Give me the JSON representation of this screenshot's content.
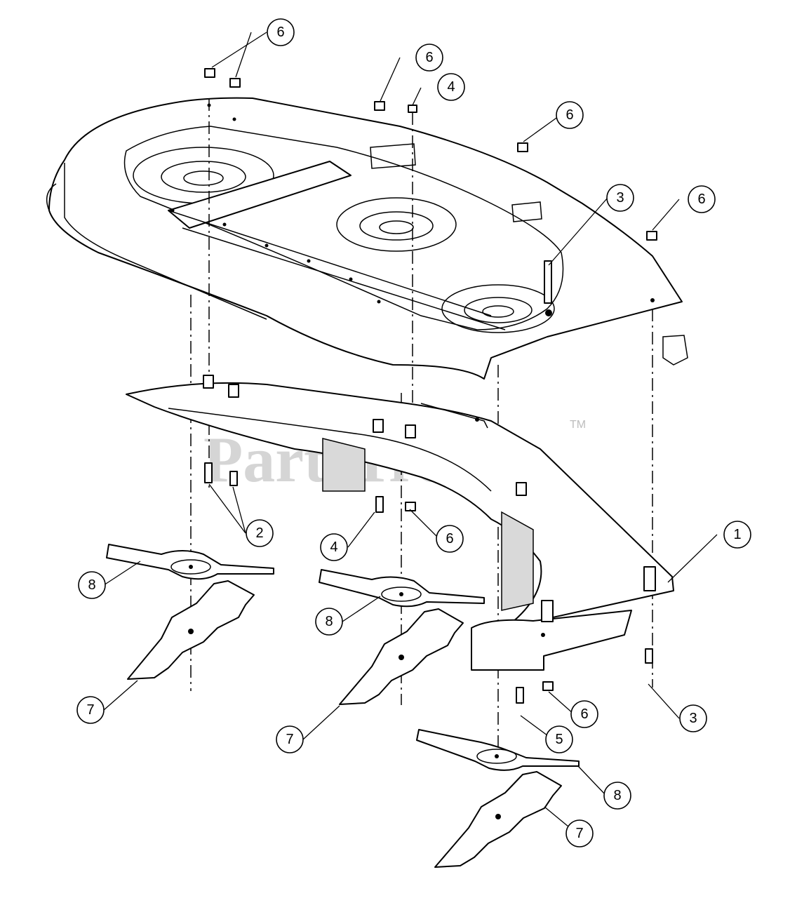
{
  "watermark": {
    "text": "PartsTree",
    "trademark": "TM"
  },
  "callouts": [
    {
      "label": "6"
    },
    {
      "label": "6"
    },
    {
      "label": "4"
    },
    {
      "label": "6"
    },
    {
      "label": "3"
    },
    {
      "label": "6"
    },
    {
      "label": "1"
    },
    {
      "label": "2"
    },
    {
      "label": "4"
    },
    {
      "label": "6"
    },
    {
      "label": "8"
    },
    {
      "label": "8"
    },
    {
      "label": "7"
    },
    {
      "label": "7"
    },
    {
      "label": "6"
    },
    {
      "label": "3"
    },
    {
      "label": "5"
    },
    {
      "label": "8"
    },
    {
      "label": "7"
    }
  ]
}
